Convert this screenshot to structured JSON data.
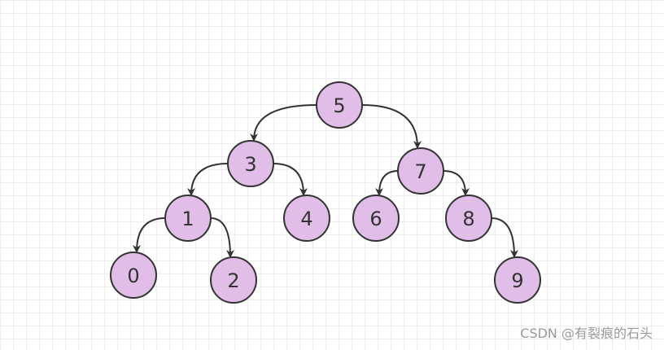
{
  "tree": {
    "nodes": [
      {
        "id": "5",
        "label": "5"
      },
      {
        "id": "3",
        "label": "3"
      },
      {
        "id": "7",
        "label": "7"
      },
      {
        "id": "1",
        "label": "1"
      },
      {
        "id": "4",
        "label": "4"
      },
      {
        "id": "6",
        "label": "6"
      },
      {
        "id": "8",
        "label": "8"
      },
      {
        "id": "0",
        "label": "0"
      },
      {
        "id": "2",
        "label": "2"
      },
      {
        "id": "9",
        "label": "9"
      }
    ],
    "edges": [
      {
        "from": "5",
        "to": "3"
      },
      {
        "from": "5",
        "to": "7"
      },
      {
        "from": "3",
        "to": "1"
      },
      {
        "from": "3",
        "to": "4"
      },
      {
        "from": "7",
        "to": "6"
      },
      {
        "from": "7",
        "to": "8"
      },
      {
        "from": "1",
        "to": "0"
      },
      {
        "from": "1",
        "to": "2"
      },
      {
        "from": "8",
        "to": "9"
      }
    ]
  },
  "colors": {
    "node_fill": "#e1bee7",
    "node_stroke": "#333333",
    "edge": "#333333",
    "grid": "#ededed",
    "watermark": "#9a9a9a"
  },
  "watermark": {
    "text": "CSDN @有裂痕的石头"
  }
}
